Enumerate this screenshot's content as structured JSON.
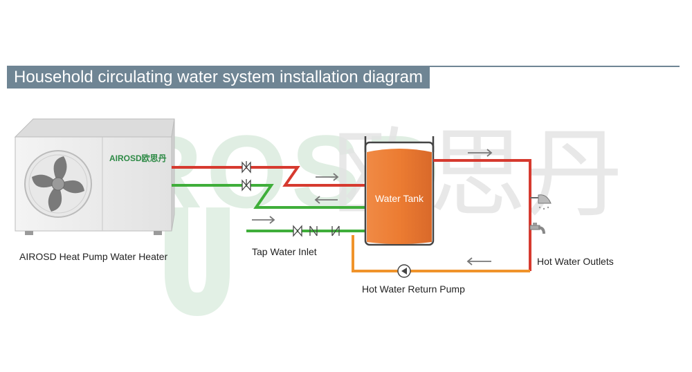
{
  "title": "Household circulating water system installation diagram",
  "watermark": {
    "latin": "AIROSD",
    "cjk": "欧思丹"
  },
  "heat_pump": {
    "brand": "AIROSD欧思丹",
    "label": "AIROSD Heat Pump Water Heater"
  },
  "tank": {
    "label": "Water Tank"
  },
  "labels": {
    "tap_inlet": "Tap Water Inlet",
    "return_pump": "Hot Water Return Pump",
    "outlets": "Hot Water Outlets"
  },
  "colors": {
    "title_bg": "#6f8594",
    "hot_pipe": "#d63a2f",
    "cold_pipe": "#3fae3a",
    "return_pipe": "#f0932b",
    "tank_water": "#ec7c32",
    "watermark": "#d6e9da",
    "arrow": "#777777"
  }
}
